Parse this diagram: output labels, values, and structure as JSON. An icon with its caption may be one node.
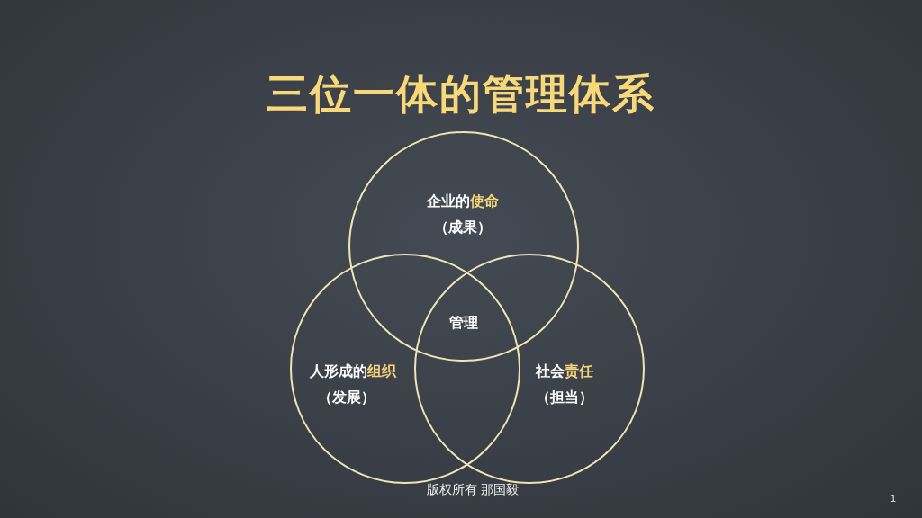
{
  "diagram": {
    "title": "三位一体的管理体系",
    "nodes": [
      {
        "text": [
          "企业的**使命**",
          "（成果）"
        ]
      },
      {
        "text": [
          "人形成的**组织**",
          "（发展）"
        ]
      },
      {
        "text": [
          "社会**责任**",
          "（担当）"
        ]
      }
    ],
    "labels": [
      "管理",
      "版权所有 那国毅",
      "1"
    ]
  }
}
